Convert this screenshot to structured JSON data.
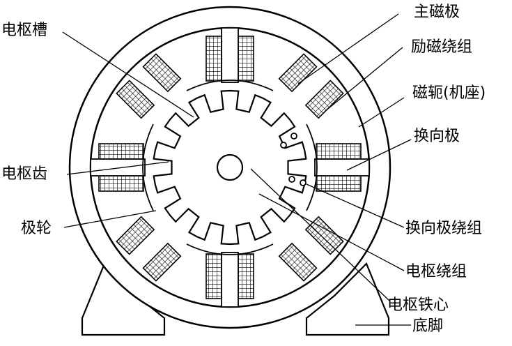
{
  "labels": {
    "main_pole": "主磁极",
    "field_winding": "励磁绕组",
    "yoke": "磁轭(机座)",
    "commutating_pole": "换向极",
    "commutating_winding": "换向极绕组",
    "armature_winding": "电枢绕组",
    "armature_core": "电枢铁心",
    "base": "底脚",
    "armature_slot": "电枢槽",
    "armature_tooth": "电枢齿",
    "pole_shoe": "极轮"
  },
  "colors": {
    "stroke": "#000000",
    "background": "#ffffff"
  }
}
